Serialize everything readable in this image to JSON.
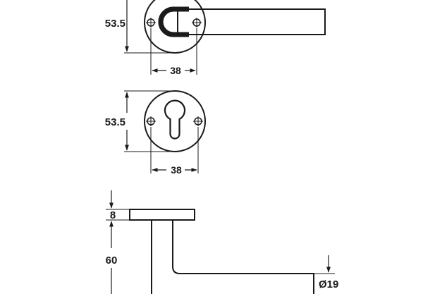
{
  "colors": {
    "ink": "#1a1a1a",
    "background": "#ffffff"
  },
  "lever_rose_view": {
    "height_label": "53.5",
    "width_label": "38"
  },
  "keyhole_rose_view": {
    "height_label": "53.5",
    "width_label": "38"
  },
  "side_view": {
    "rose_thickness_label": "8",
    "projection_label": "60",
    "lever_diameter_label": "Ø19"
  }
}
